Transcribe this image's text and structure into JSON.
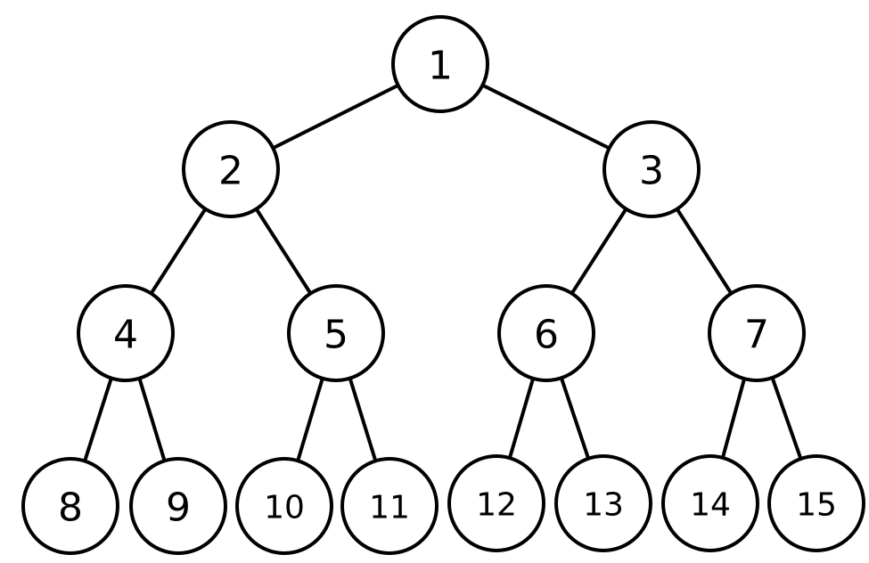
{
  "tree": {
    "nodes": [
      {
        "id": "n1",
        "label": "1"
      },
      {
        "id": "n2",
        "label": "2"
      },
      {
        "id": "n3",
        "label": "3"
      },
      {
        "id": "n4",
        "label": "4"
      },
      {
        "id": "n5",
        "label": "5"
      },
      {
        "id": "n6",
        "label": "6"
      },
      {
        "id": "n7",
        "label": "7"
      },
      {
        "id": "n8",
        "label": "8"
      },
      {
        "id": "n9",
        "label": "9"
      },
      {
        "id": "n10",
        "label": "10"
      },
      {
        "id": "n11",
        "label": "11"
      },
      {
        "id": "n12",
        "label": "12"
      },
      {
        "id": "n13",
        "label": "13"
      },
      {
        "id": "n14",
        "label": "14"
      },
      {
        "id": "n15",
        "label": "15"
      }
    ],
    "edges": [
      [
        "n1",
        "n2"
      ],
      [
        "n1",
        "n3"
      ],
      [
        "n2",
        "n4"
      ],
      [
        "n2",
        "n5"
      ],
      [
        "n3",
        "n6"
      ],
      [
        "n3",
        "n7"
      ],
      [
        "n4",
        "n8"
      ],
      [
        "n4",
        "n9"
      ],
      [
        "n5",
        "n10"
      ],
      [
        "n5",
        "n11"
      ],
      [
        "n6",
        "n12"
      ],
      [
        "n6",
        "n13"
      ],
      [
        "n7",
        "n14"
      ],
      [
        "n7",
        "n15"
      ]
    ],
    "colors": {
      "stroke": "#000000",
      "fill": "#ffffff",
      "text": "#000000"
    }
  }
}
